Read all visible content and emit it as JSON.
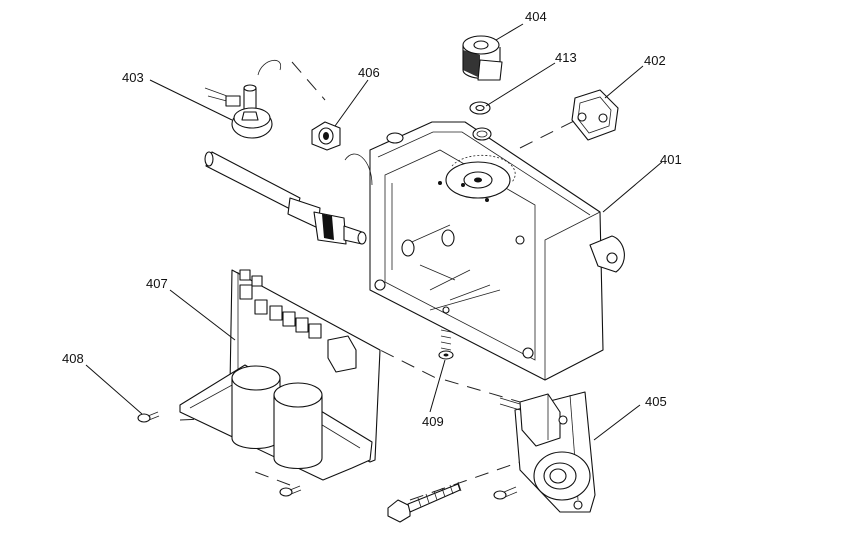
{
  "diagram": {
    "callouts": [
      {
        "id": "401",
        "label": "401"
      },
      {
        "id": "402",
        "label": "402"
      },
      {
        "id": "403",
        "label": "403"
      },
      {
        "id": "404",
        "label": "404"
      },
      {
        "id": "405",
        "label": "405"
      },
      {
        "id": "406",
        "label": "406"
      },
      {
        "id": "407",
        "label": "407"
      },
      {
        "id": "408",
        "label": "408"
      },
      {
        "id": "409",
        "label": "409"
      },
      {
        "id": "413",
        "label": "413"
      }
    ]
  }
}
